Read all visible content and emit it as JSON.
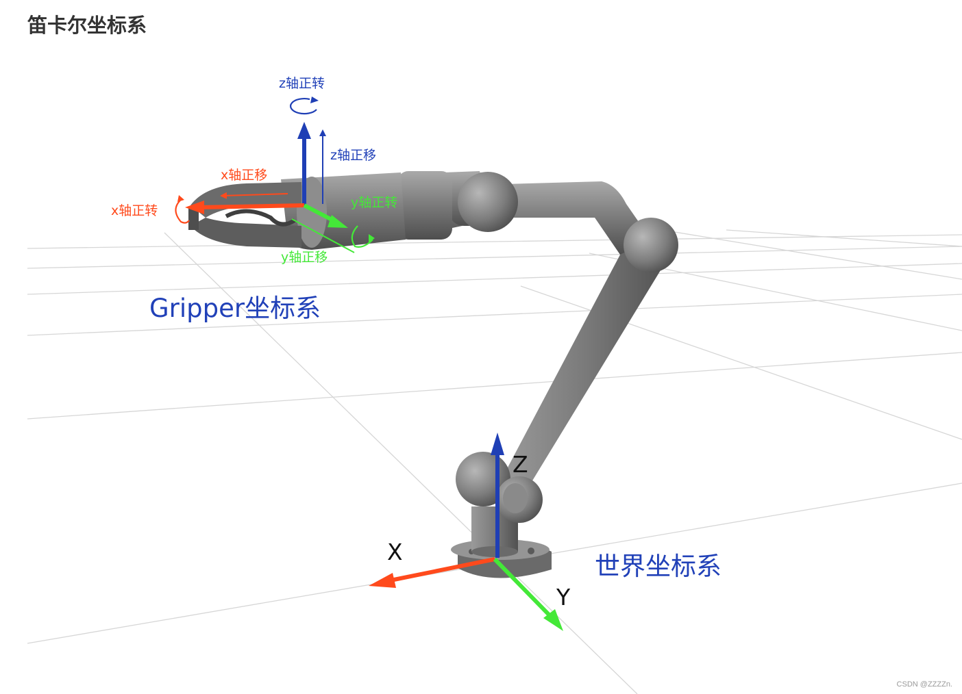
{
  "title": "笛卡尔坐标系",
  "gripper": {
    "frame_label": "Gripper坐标系",
    "z_rotate": "z轴正转",
    "z_translate": "z轴正移",
    "x_translate": "x轴正移",
    "x_rotate": "x轴正转",
    "y_rotate": "y轴正转",
    "y_translate": "y轴正移"
  },
  "world": {
    "frame_label": "世界坐标系",
    "x_axis": "X",
    "y_axis": "Y",
    "z_axis": "Z"
  },
  "colors": {
    "x_axis": "#ff4a1c",
    "y_axis": "#44e838",
    "z_axis": "#1f3fb5",
    "frame_label": "#2141b8",
    "robot_body": "#7d7d7d",
    "grid": "#d6d6d6"
  },
  "watermark": "CSDN @ZZZZn."
}
